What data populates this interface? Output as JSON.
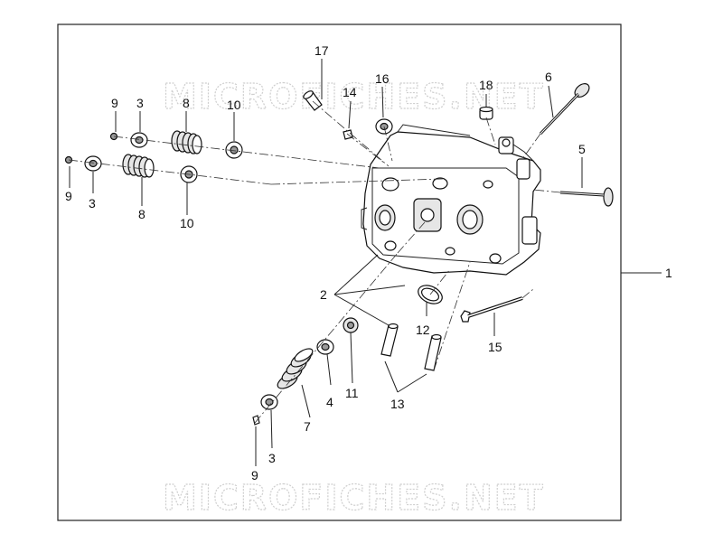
{
  "watermark": {
    "text": "MICROFICHES.NET"
  },
  "labels": {
    "l1": "1",
    "l2": "2",
    "l3a": "3",
    "l3b": "3",
    "l3c": "3",
    "l4": "4",
    "l5": "5",
    "l6": "6",
    "l7": "7",
    "l8a": "8",
    "l8b": "8",
    "l9a": "9",
    "l9b": "9",
    "l9c": "9",
    "l10a": "10",
    "l10b": "10",
    "l11": "11",
    "l12": "12",
    "l13": "13",
    "l14": "14",
    "l15": "15",
    "l16": "16",
    "l17": "17",
    "l18": "18"
  },
  "colors": {
    "line": "#222222",
    "watermark": "#cfcfcf",
    "metal_dark": "#9a9a9a"
  }
}
